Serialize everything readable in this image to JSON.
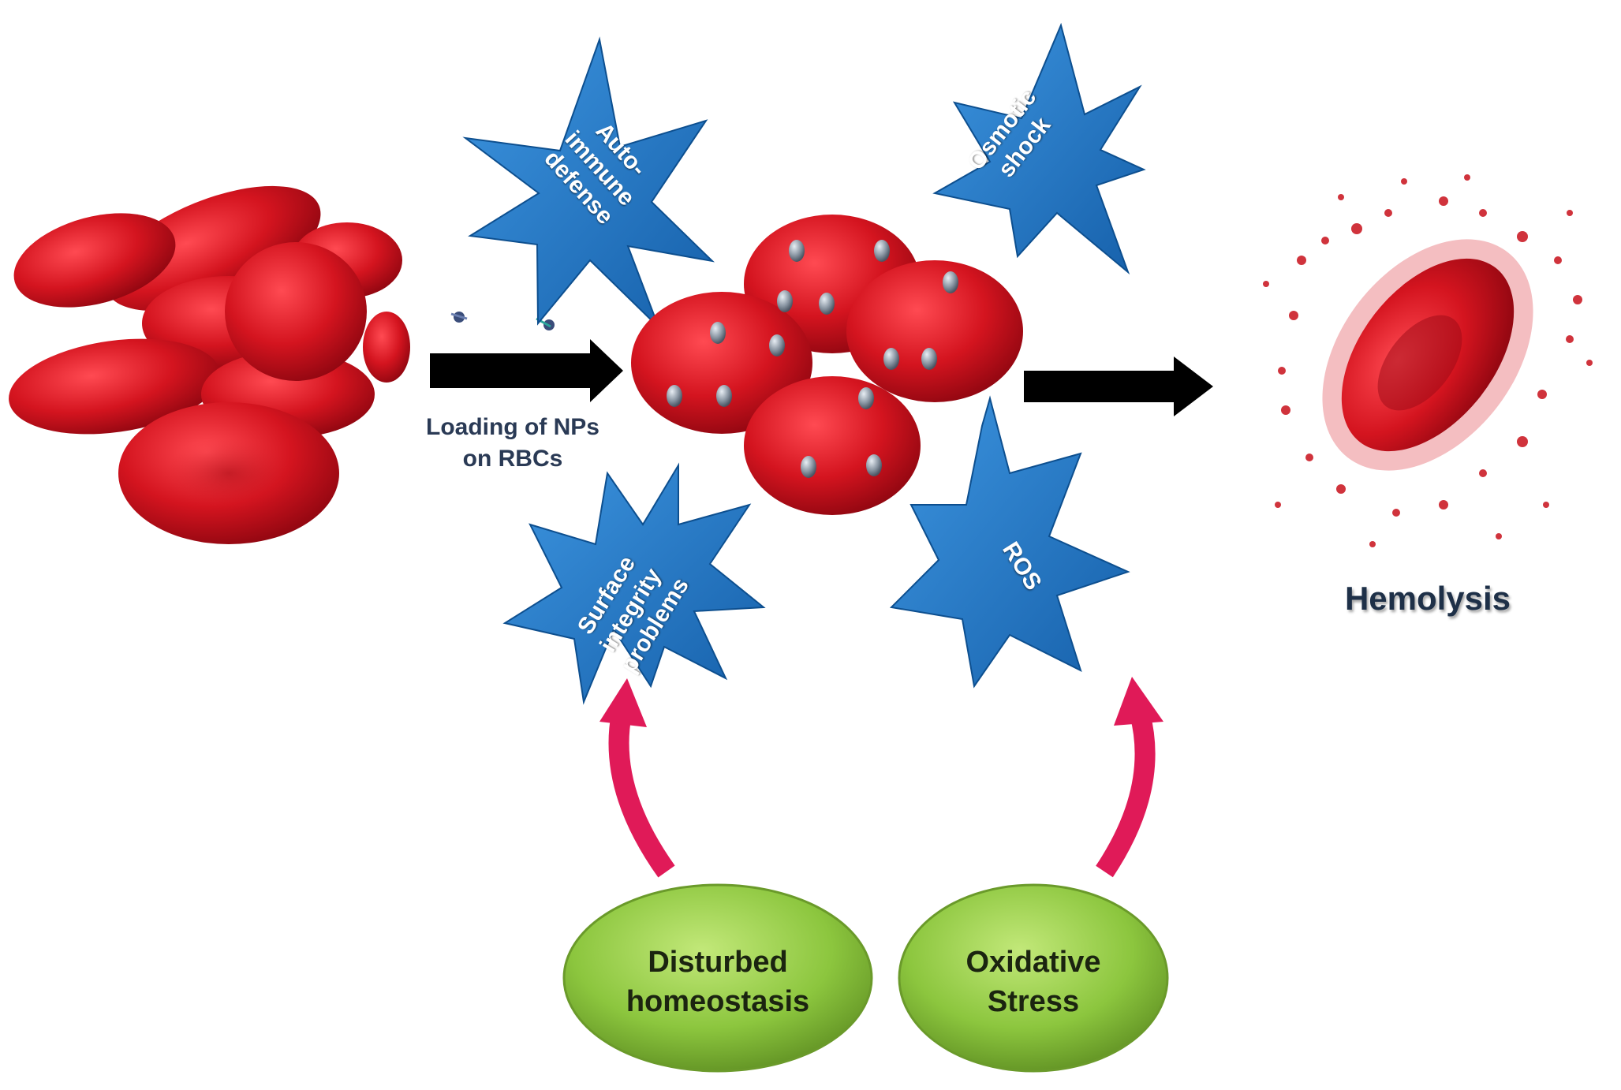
{
  "labels": {
    "loading": [
      "Loading of NPs",
      "on RBCs"
    ],
    "hemolysis": "Hemolysis"
  },
  "stressors": {
    "autoimmune": [
      "Auto-",
      "immune",
      "defense"
    ],
    "osmotic": [
      "Osmotic",
      "shock"
    ],
    "surface": [
      "Surface",
      "integrity",
      "problems"
    ],
    "ros": [
      "ROS"
    ]
  },
  "causes": {
    "homeostasis": [
      "Disturbed",
      "homeostasis"
    ],
    "oxidative": [
      "Oxidative",
      "Stress"
    ]
  },
  "colors": {
    "rbc": "#d4141f",
    "rbc_dark": "#8e0610",
    "star": "#1f78c8",
    "star_edge": "#0d4f8f",
    "oval": "#8cc63e",
    "oval_edge": "#6a9a2a",
    "curved_arrow": "#e01a58",
    "arrow": "#000000",
    "label": "#2a3a55"
  }
}
